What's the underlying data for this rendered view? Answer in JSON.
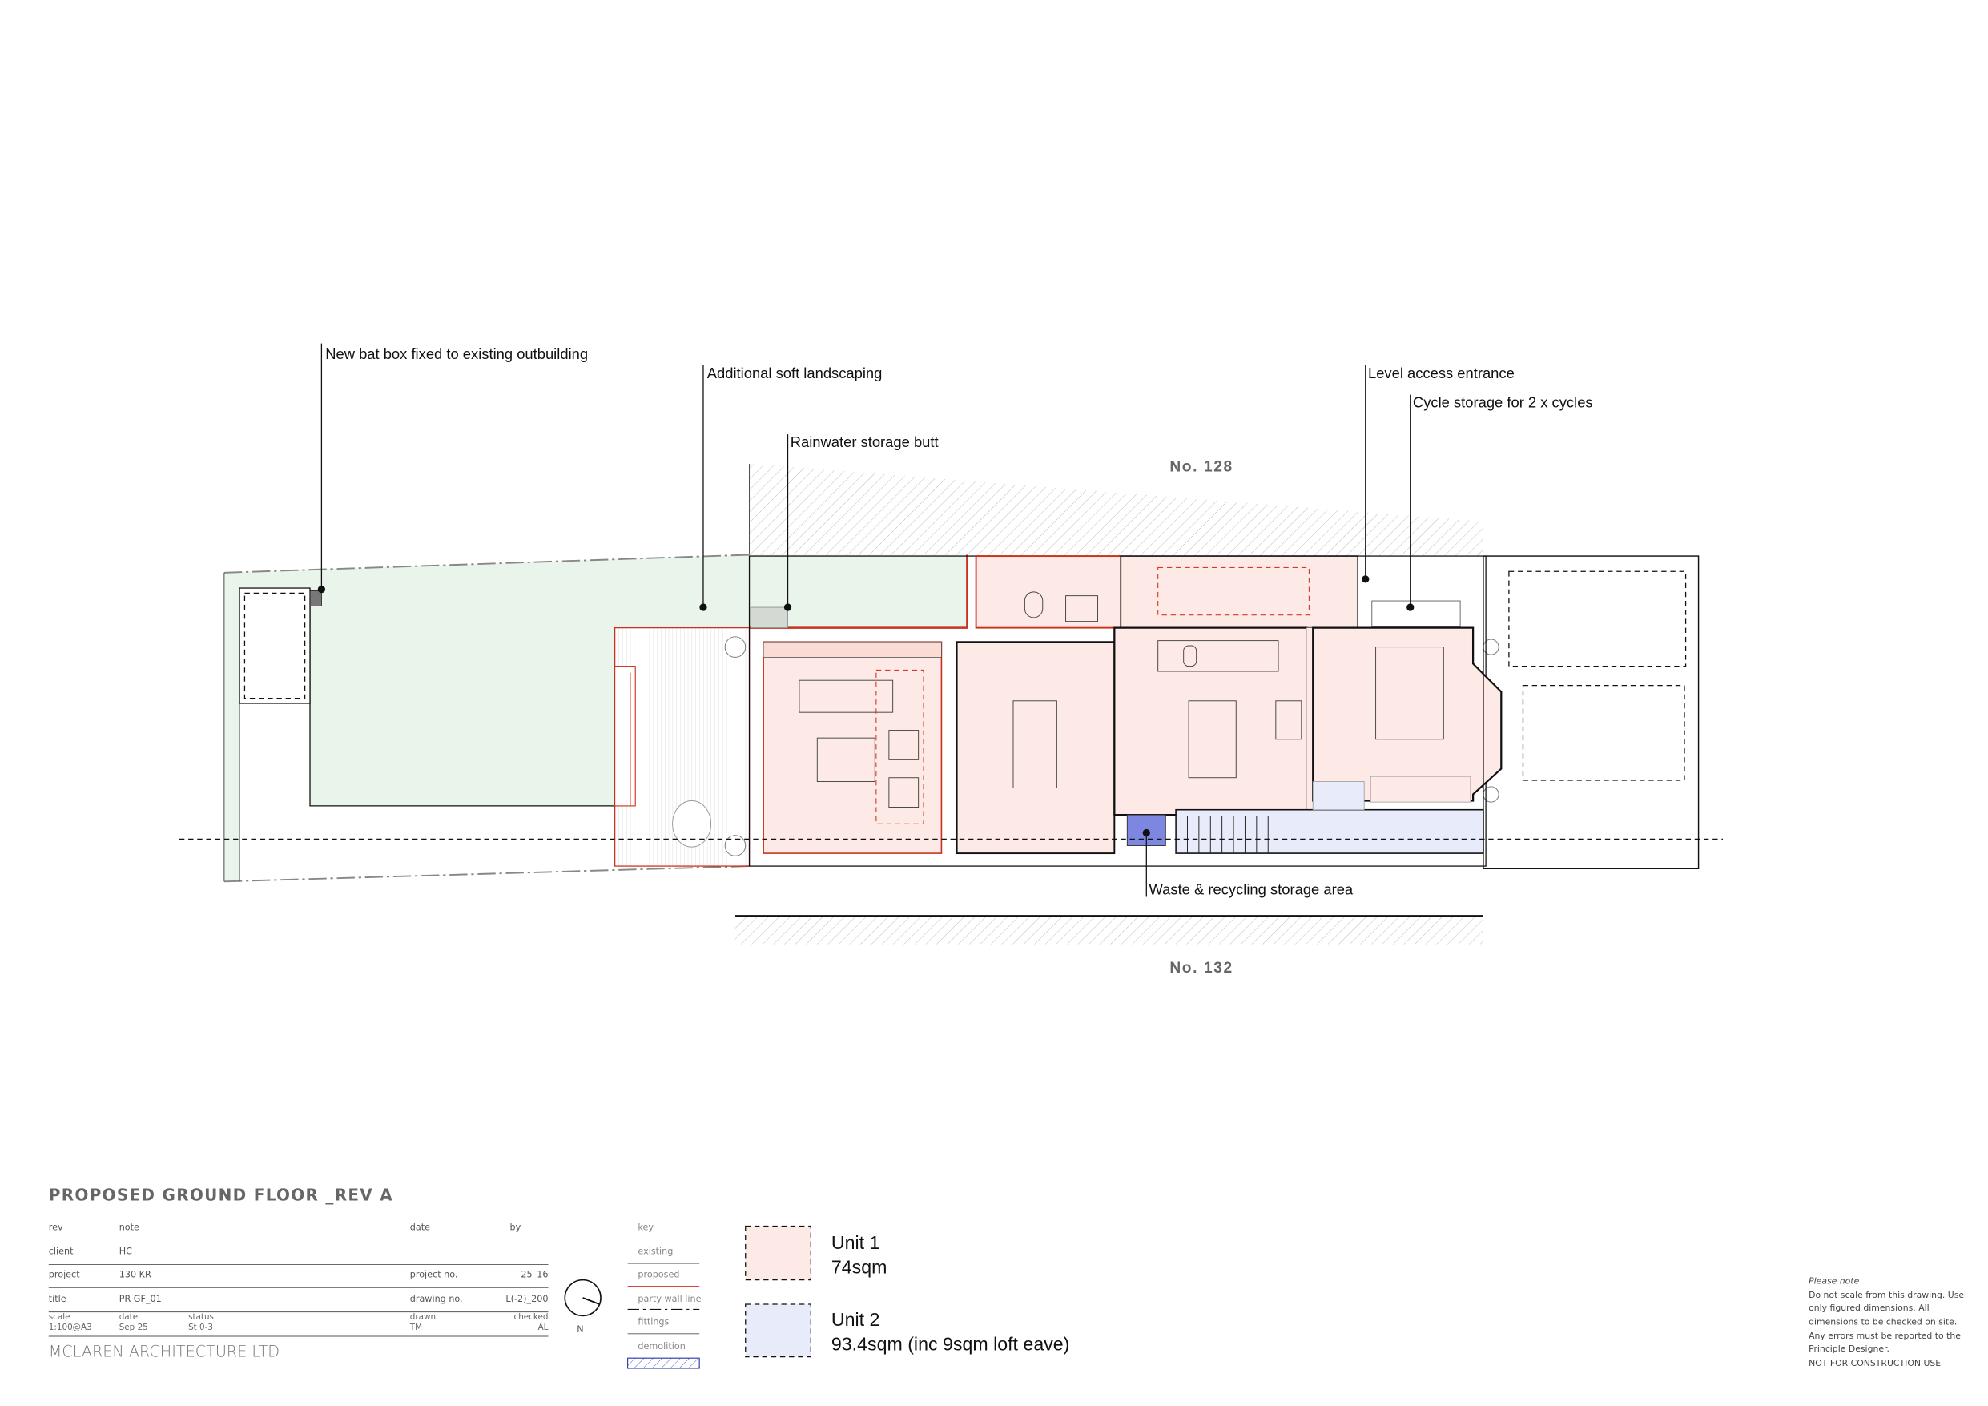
{
  "annotations": {
    "bat_box": "New bat box fixed to existing outbuilding",
    "soft_landscaping": "Additional soft landscaping",
    "rainwater": "Rainwater storage butt",
    "level_access": "Level access entrance",
    "cycle_storage": "Cycle storage for 2 x cycles",
    "waste": "Waste & recycling storage area"
  },
  "neighbours": {
    "top": "No. 128",
    "bottom": "No. 132"
  },
  "colors": {
    "unit1": "#fdeae6",
    "unit2": "#e8ecfa",
    "garden": "#e9f4ea",
    "proposed": "#c8321e",
    "bin": "#7d86e0"
  },
  "title_block": {
    "drawing_title": "PROPOSED GROUND FLOOR _REV A",
    "rev_label": "rev",
    "note_label": "note",
    "date_label": "date",
    "by_label": "by",
    "client_label": "client",
    "client": "HC",
    "project_label": "project",
    "project": "130 KR",
    "project_no_label": "project no.",
    "project_no": "25_16",
    "title_label": "title",
    "title": "PR GF_01",
    "drawing_no_label": "drawing no.",
    "drawing_no": "L(-2)_200",
    "scale_label": "scale",
    "scale": "1:100@A3",
    "date2_label": "date",
    "date": "Sep 25",
    "status_label": "status",
    "status": "St 0-3",
    "drawn_label": "drawn",
    "drawn": "TM",
    "checked_label": "checked",
    "checked": "AL",
    "company": "MCLAREN ARCHITECTURE LTD",
    "north": "N"
  },
  "key": {
    "heading": "key",
    "items": [
      "existing",
      "proposed",
      "party wall line",
      "fittings",
      "demolition"
    ]
  },
  "units": [
    {
      "name": "Unit 1",
      "area": "74sqm"
    },
    {
      "name": "Unit 2",
      "area": "93.4sqm (inc 9sqm loft eave)"
    }
  ],
  "note": {
    "heading": "Please note",
    "lines": [
      "Do not scale from this drawing. Use",
      "only figured dimensions. All",
      "dimensions to be checked on site.",
      "Any errors must be reported to the",
      "Principle Designer."
    ],
    "warning": "NOT FOR CONSTRUCTION USE"
  }
}
